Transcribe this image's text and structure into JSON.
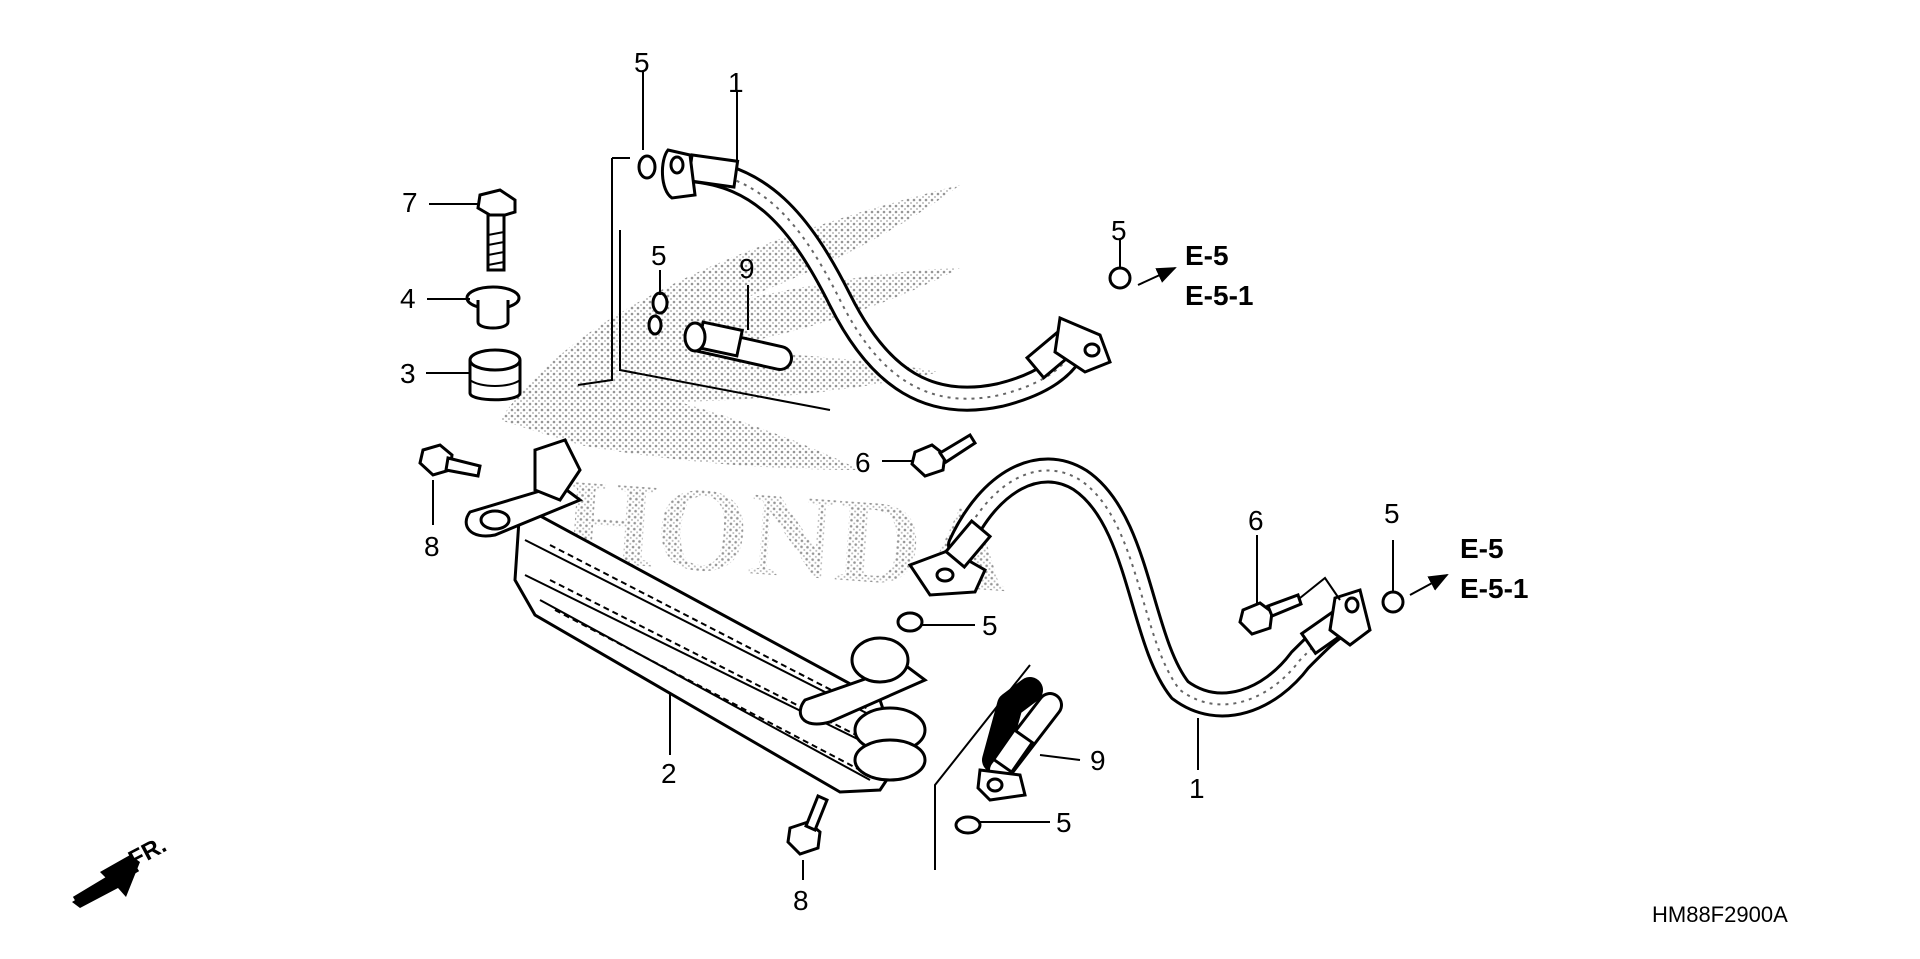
{
  "diagram": {
    "callouts": [
      {
        "id": "c1",
        "text": "1"
      },
      {
        "id": "c2",
        "text": "5"
      },
      {
        "id": "c3",
        "text": "7"
      },
      {
        "id": "c4",
        "text": "4"
      },
      {
        "id": "c5",
        "text": "3"
      },
      {
        "id": "c6",
        "text": "8"
      },
      {
        "id": "c7",
        "text": "5"
      },
      {
        "id": "c8",
        "text": "9"
      },
      {
        "id": "c9",
        "text": "6"
      },
      {
        "id": "c10",
        "text": "5"
      },
      {
        "id": "c11",
        "text": "2"
      },
      {
        "id": "c12",
        "text": "8"
      },
      {
        "id": "c13",
        "text": "9"
      },
      {
        "id": "c14",
        "text": "5"
      },
      {
        "id": "c15",
        "text": "1"
      },
      {
        "id": "c16",
        "text": "6"
      },
      {
        "id": "c17",
        "text": "5"
      },
      {
        "id": "c18",
        "text": "5"
      }
    ],
    "references": {
      "top_a": "E-5",
      "top_b": "E-5-1",
      "right_a": "E-5",
      "right_b": "E-5-1"
    },
    "front_arrow_label": "FR.",
    "diagram_code": "HM88F2900A",
    "watermark_icon": "honda-wing-icon"
  }
}
